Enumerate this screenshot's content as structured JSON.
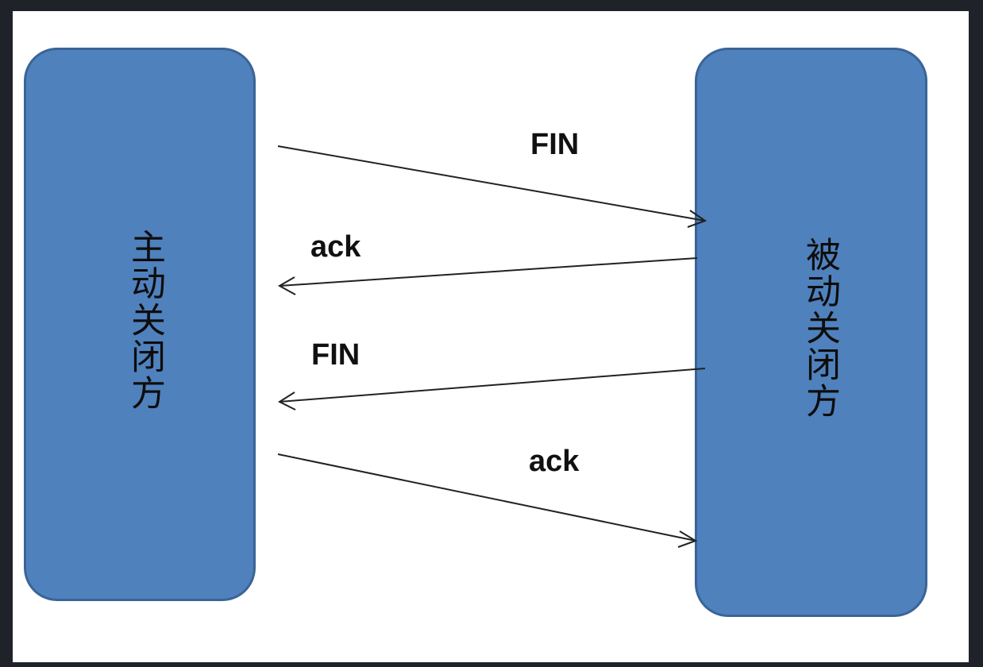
{
  "participants": {
    "active_close": "主动关闭方",
    "passive_close": "被动关闭方"
  },
  "messages": [
    {
      "label": "FIN",
      "from": "主动关闭方",
      "to": "被动关闭方"
    },
    {
      "label": "ack",
      "from": "被动关闭方",
      "to": "主动关闭方"
    },
    {
      "label": "FIN",
      "from": "被动关闭方",
      "to": "主动关闭方"
    },
    {
      "label": "ack",
      "from": "主动关闭方",
      "to": "被动关闭方"
    }
  ],
  "colors": {
    "box_fill": "#4f81bd",
    "box_border": "#3a6496",
    "frame": "#1f2329"
  }
}
